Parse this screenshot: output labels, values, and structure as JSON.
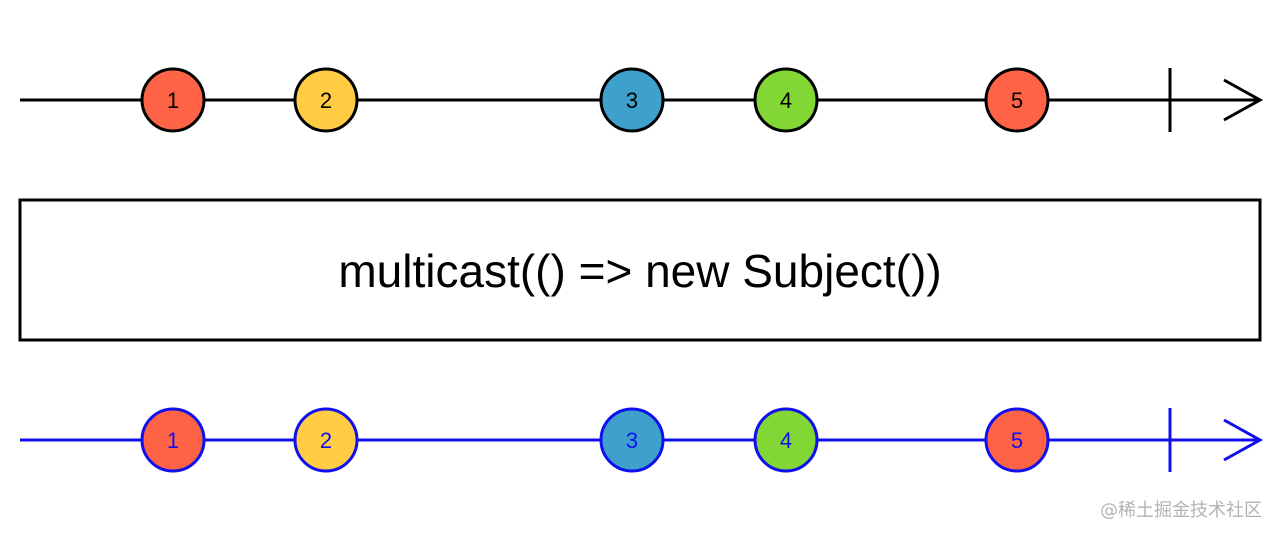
{
  "operator": {
    "label": "multicast(() => new Subject())"
  },
  "input_stream": {
    "line_color": "#000000",
    "marbles": [
      {
        "label": "1",
        "color": "#ff6346"
      },
      {
        "label": "2",
        "color": "#ffcc44"
      },
      {
        "label": "3",
        "color": "#3ea1cb"
      },
      {
        "label": "4",
        "color": "#82d735"
      },
      {
        "label": "5",
        "color": "#ff6346"
      }
    ]
  },
  "output_stream": {
    "line_color": "#1010ee",
    "marbles": [
      {
        "label": "1",
        "color": "#ff6346"
      },
      {
        "label": "2",
        "color": "#ffcc44"
      },
      {
        "label": "3",
        "color": "#3ea1cb"
      },
      {
        "label": "4",
        "color": "#82d735"
      },
      {
        "label": "5",
        "color": "#ff6346"
      }
    ]
  },
  "watermark": {
    "text": "@稀土掘金技术社区"
  }
}
